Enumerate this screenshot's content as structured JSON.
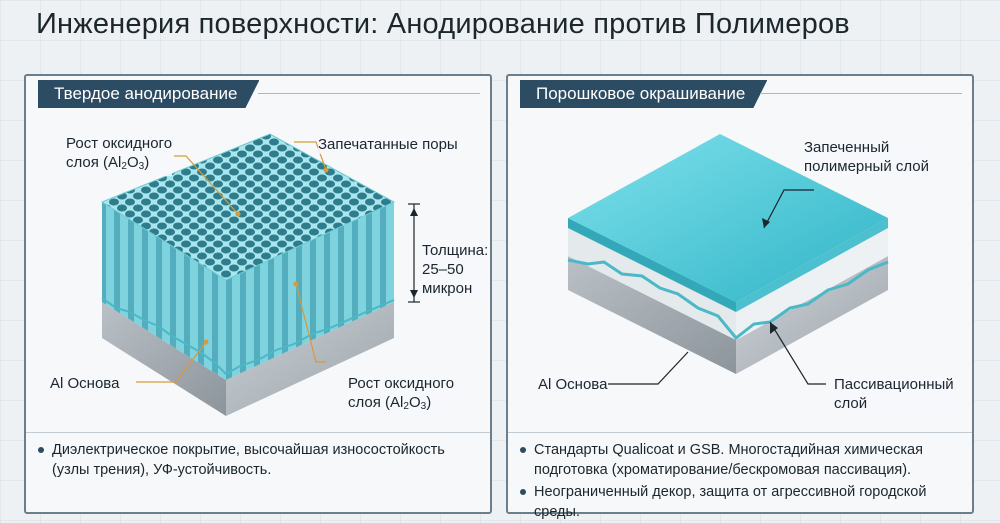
{
  "title": "Инженерия поверхности: Анодирование против Полимеров",
  "left": {
    "heading": "Твердое анодирование",
    "labels": {
      "oxide_top": "Рост оксидного",
      "oxide_top_2": "слоя (Al",
      "sealed_pores": "Запечатанные поры",
      "thickness_1": "Толщина:",
      "thickness_2": "25–50",
      "thickness_3": "микрон",
      "base": "Al Основа",
      "oxide_bottom": "Рост оксидного",
      "oxide_bottom_2": "слоя (Al"
    },
    "formula": {
      "sub2": "2",
      "mid": "O",
      "sub3": "3",
      "close": ")"
    },
    "bullets": [
      "Диэлектрическое покрытие, высочайшая износостойкость (узлы трения), УФ-устойчивость."
    ]
  },
  "right": {
    "heading": "Порошковое окрашивание",
    "labels": {
      "polymer_1": "Запеченный",
      "polymer_2": "полимерный слой",
      "base": "Al Основа",
      "passivation_1": "Пассивационный",
      "passivation_2": "слой"
    },
    "bullets": [
      "Стандарты Qualicoat и GSB. Многостадийная химическая подготовка (хроматирование/бескромовая пассивация).",
      "Неограниченный декор, защита от агрессивной городской среды."
    ]
  },
  "colors": {
    "accent": "#3fc6d6",
    "panel_header": "#2c4c64",
    "leader": "#d89a3a",
    "metal": "#a9b1b8"
  }
}
